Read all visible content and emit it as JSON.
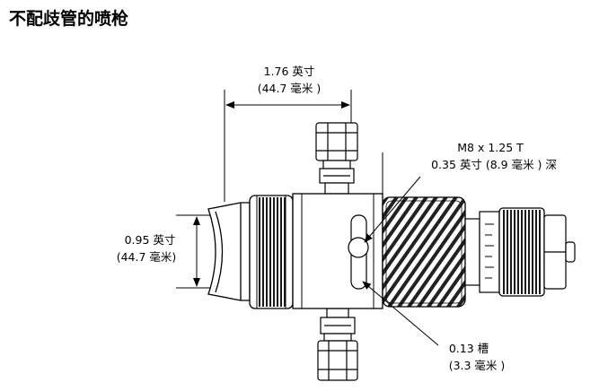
{
  "page": {
    "title": "不配歧管的喷枪"
  },
  "dimensions": {
    "width": {
      "imperial": "1.76 英寸",
      "metric": "(44.7 毫米 )"
    },
    "height": {
      "imperial": "0.95 英寸",
      "metric": "(44.7 毫米)"
    },
    "thread": {
      "spec": "M8 x 1.25 T",
      "depth": "0.35 英寸 (8.9 毫米 ) 深"
    },
    "slot": {
      "imperial": "0.13 槽",
      "metric": "(3.3 毫米 )"
    }
  }
}
